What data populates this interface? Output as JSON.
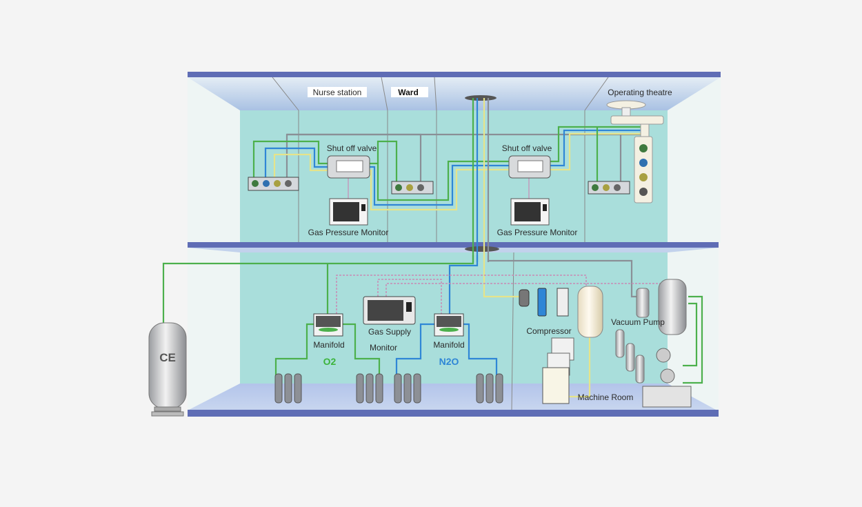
{
  "labels": {
    "nurse_station": "Nurse station",
    "ward": "Ward",
    "operating_theatre": "Operating theatre",
    "shut_off_valve_1": "Shut off valve",
    "shut_off_valve_2": "Shut off valve",
    "gas_pressure_monitor_1": "Gas Pressure Monitor",
    "gas_pressure_monitor_2": "Gas Pressure Monitor",
    "gas_supply_monitor_line1": "Gas Supply",
    "gas_supply_monitor_line2": "Monitor",
    "manifold_o2": "Manifold",
    "manifold_n2o": "Manifold",
    "o2": "O2",
    "n2o": "N2O",
    "ce_tank": "CE",
    "compressor": "Compressor",
    "vacuum_pump": "Vacuum Pump",
    "machine_room": "Machine Room"
  },
  "colors": {
    "oxygen": "#4cb04c",
    "nitrous_oxide": "#2f86d6",
    "air": "#e6e48a",
    "vacuum": "#8a8f96",
    "slab": "#5f6db5",
    "wall": "#a9dedb"
  }
}
